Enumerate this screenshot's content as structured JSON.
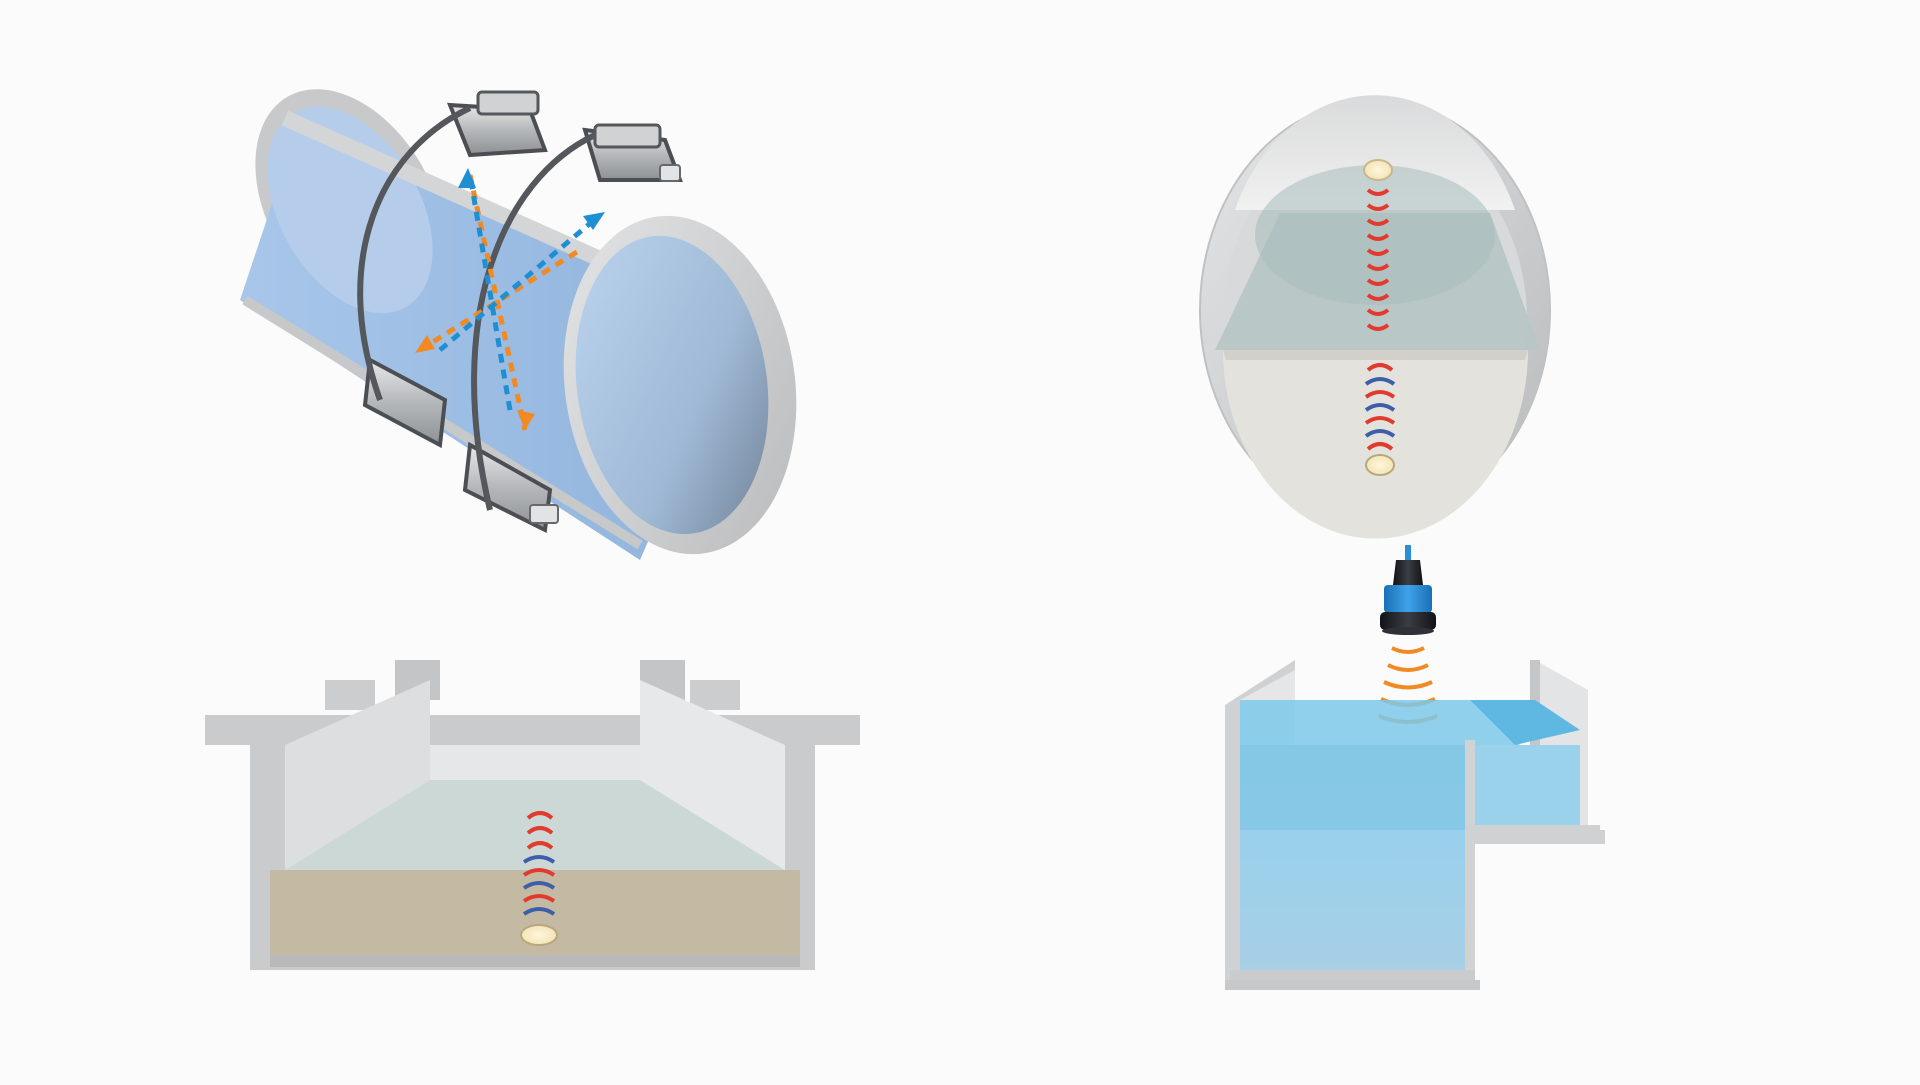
{
  "diagram": {
    "background": "#fbfbfb",
    "panels": [
      {
        "id": "clamp-on-pipe",
        "icon": "transit-time-clamp-on-sensor-icon"
      },
      {
        "id": "partially-filled-pipe",
        "icon": "doppler-sensor-in-pipe-icon"
      },
      {
        "id": "open-channel",
        "icon": "area-velocity-sensor-in-channel-icon"
      },
      {
        "id": "weir-tank",
        "icon": "ultrasonic-level-sensor-over-weir-icon"
      }
    ],
    "colors": {
      "pipe_metal": "#c9cbcd",
      "pipe_metal_dark": "#9ea1a4",
      "pipe_interior": "#a9c6e6",
      "channel_concrete": "#c5c7c8",
      "sediment": "#c4b9a3",
      "water": "#7cc8ea",
      "water_deep": "#5fb8e2",
      "signal_blue": "#1e8fd2",
      "signal_orange": "#f28a24",
      "signal_red": "#e23a2e",
      "sensor_body": "#1b1d22",
      "sensor_band": "#2a8fd6"
    }
  }
}
